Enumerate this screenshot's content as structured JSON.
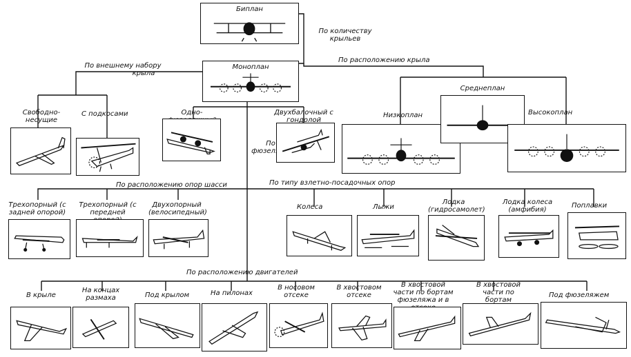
{
  "root": {
    "biplane": "Биплан",
    "monoplane": "Моноплан"
  },
  "by_wing_count": "По количеству крыльев",
  "by_wing_layout": {
    "title_line1": "По внешнему набору",
    "title_line2": "крыла",
    "free": "Свободно-несущие",
    "braced": "С подкосами"
  },
  "by_wing_position": {
    "title": "По расположению крыла",
    "low": "Низкоплан",
    "mid": "Среднеплан",
    "high": "Высокоплан"
  },
  "by_fuselage": {
    "title_line1": "По",
    "title_line2": "фюзеляжу",
    "single": "Одно-фюзеляжный",
    "twin": "Двухбалочный с гондолой"
  },
  "by_gear": {
    "title": "По расположению опор шасси",
    "tail": "Трехопорный (с задней опорой)",
    "nose": "Трехопорный (с передней опорой)",
    "bicycle": "Двухопорный (велосипедный)"
  },
  "by_landing": {
    "title": "По типу взлетно-посадочных опор",
    "wheels": "Колеса",
    "skis": "Лыжи",
    "boat": "Лодка (гидросамолет)",
    "amphibian": "Лодка колеса (амфибия)",
    "floats": "Поплавки"
  },
  "by_engine": {
    "title": "По расположению двигателей",
    "in_wing": "В крыле",
    "wingtips": "На концах размаха",
    "under_wing": "Под крылом",
    "pylons": "На пилонах",
    "nose": "В носовом отсеке",
    "tail": "В хвостовом отсеке",
    "tail_sides": "В хвостовой части по бортам фюзеляжа и в отсеке",
    "tail_sides2": "В хвостовой части по бортам фюзеляжа",
    "under_fuselage": "Под фюзеляжем"
  }
}
